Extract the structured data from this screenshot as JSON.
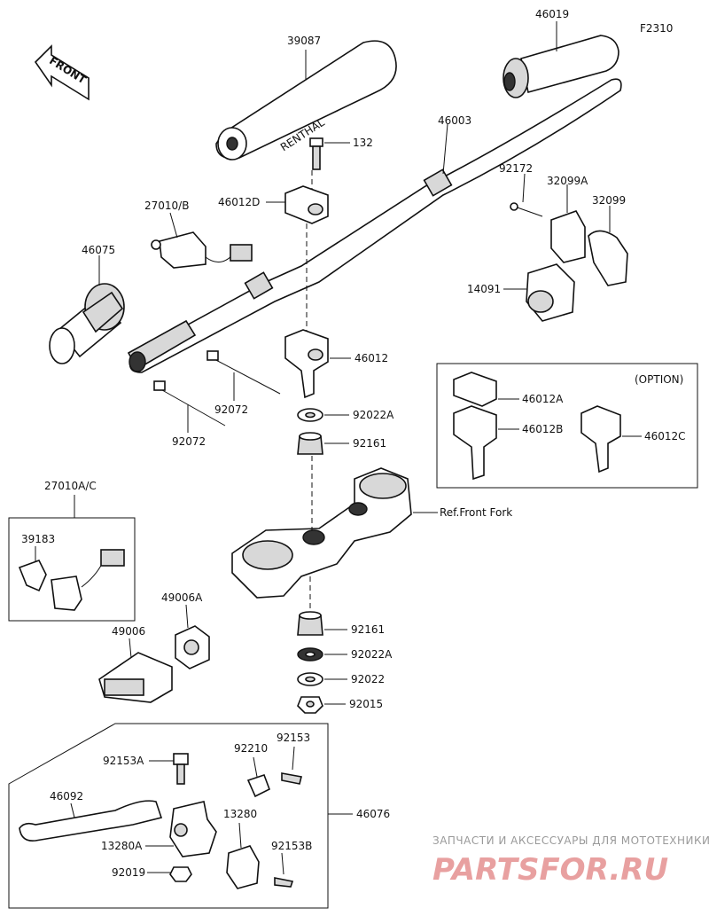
{
  "figure_code": "F2310",
  "front_label": "FRONT",
  "option_label": "(OPTION)",
  "ref_label": "Ref.Front Fork",
  "pad_text": "RENTHAL",
  "parts": {
    "p39087": "39087",
    "p46019": "46019",
    "p46003": "46003",
    "p132": "132",
    "p46012D": "46012D",
    "p27010B": "27010/B",
    "p92172": "92172",
    "p32099A": "32099A",
    "p32099": "32099",
    "p46075": "46075",
    "p14091": "14091",
    "p46012": "46012",
    "p92072a": "92072",
    "p92072b": "92072",
    "p92022A": "92022A",
    "p92161a": "92161",
    "p46012A": "46012A",
    "p46012B": "46012B",
    "p46012C": "46012C",
    "p27010AC": "27010A/C",
    "p39183": "39183",
    "p49006A": "49006A",
    "p49006": "49006",
    "p92161b": "92161",
    "p92022Ab": "92022A",
    "p92022": "92022",
    "p92015": "92015",
    "p92153": "92153",
    "p92153A": "92153A",
    "p92210": "92210",
    "p46092": "46092",
    "p46076": "46076",
    "p13280": "13280",
    "p13280A": "13280A",
    "p92153B": "92153B",
    "p92019": "92019"
  },
  "watermark": {
    "line1": "ЗАПЧАСТИ И АКСЕССУАРЫ ДЛЯ МОТОТЕХНИКИ",
    "line2": "PARTSFOR.RU"
  }
}
